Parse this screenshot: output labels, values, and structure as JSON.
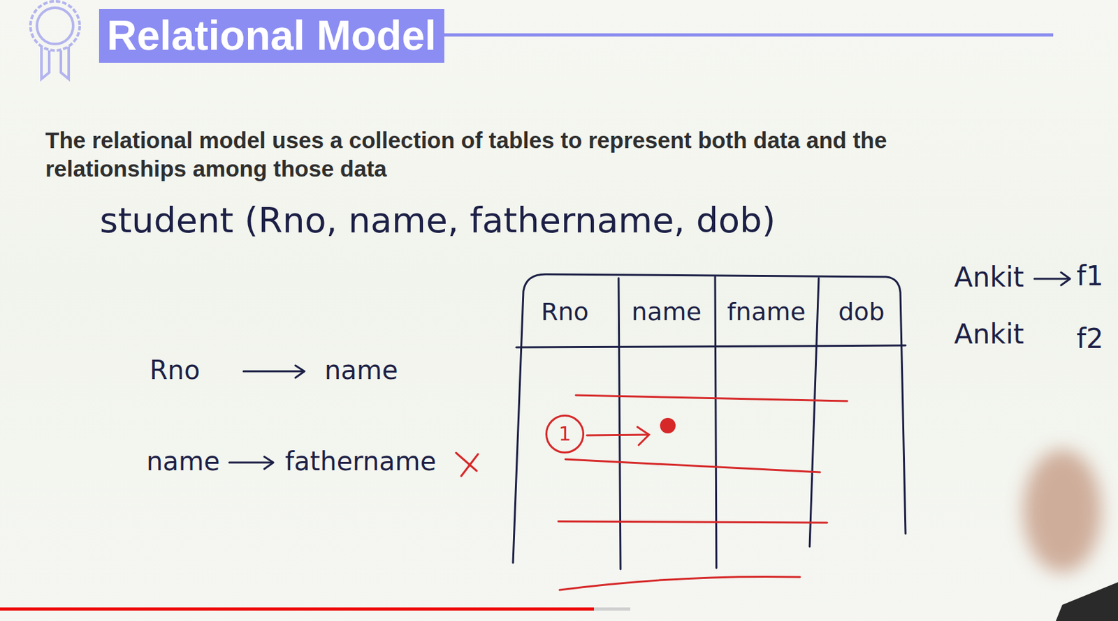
{
  "diagram": {
    "title": "Relational Model",
    "nodes": [
      {
        "text": [
          "1"
        ]
      }
    ],
    "labels": [
      "The relational model uses a collection of tables to represent both data and the relationships among those data",
      "student (Rno, name, fathername, dob)",
      "Rno",
      "name",
      "fname",
      "dob",
      "Rno",
      "name",
      "name",
      "fathername",
      "Ankit",
      "f1",
      "Ankit",
      "f2"
    ]
  }
}
